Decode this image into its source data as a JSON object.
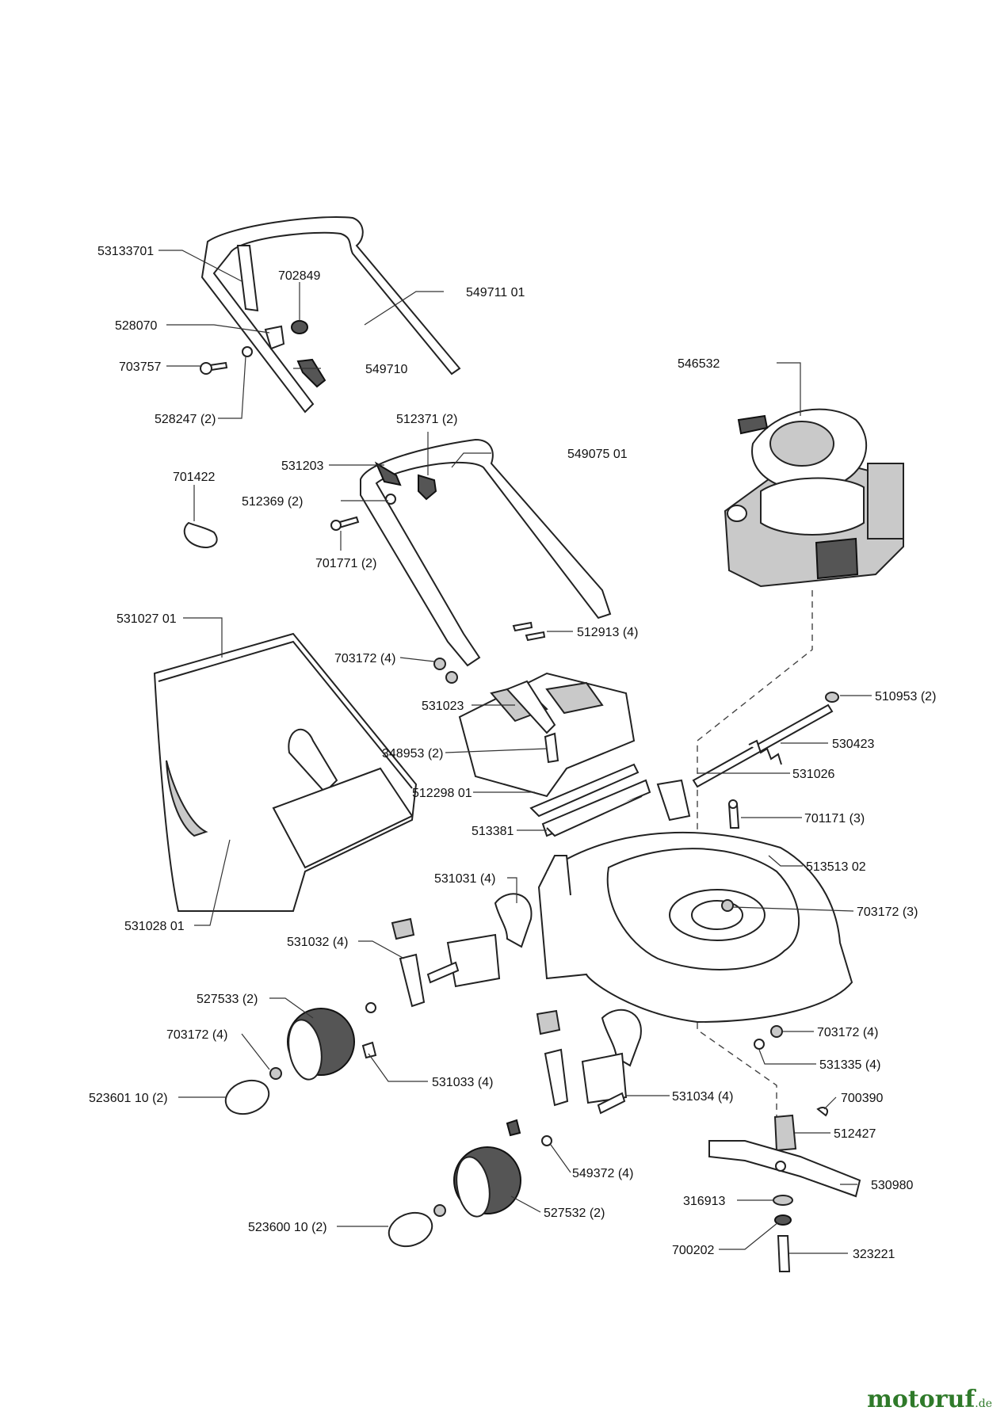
{
  "diagram": {
    "parts": {
      "handle_upper": "53133701",
      "handle_knob": "702849",
      "handle_side": "549711 01",
      "bracket": "528070",
      "bolt_703757": "703757",
      "cable_clip": "549710",
      "washer_528247": "528247 (2)",
      "wire_clip_512371": "512371 (2)",
      "bolt_531203": "531203",
      "lower_handle": "549075 01",
      "clip_701422": "701422",
      "washer_512369": "512369 (2)",
      "bolt_701771": "701771 (2)",
      "engine": "546532",
      "grass_bag_top": "531027 01",
      "bolt_512913": "512913 (4)",
      "nut_703172_a": "703172 (4)",
      "flap": "531023",
      "bushing": "510953 (2)",
      "screw_348953": "348953 (2)",
      "spring_530423": "530423",
      "rod_512298": "512298 01",
      "axle_531026": "531026",
      "bolt_701171": "701171 (3)",
      "bar_513381": "513381",
      "deck": "513513 02",
      "lever_531031": "531031 (4)",
      "nut_703172_b": "703172 (3)",
      "grass_bag_frame": "531028 01",
      "clip_531032": "531032 (4)",
      "wheel_527533": "527533 (2)",
      "nut_703172_c": "703172 (4)",
      "nut_703172_d": "703172 (4)",
      "washer_531335": "531335 (4)",
      "bolt_531033": "531033 (4)",
      "hubcap_523601": "523601 10 (2)",
      "key_700390": "700390",
      "axle_531034": "531034 (4)",
      "adapter_512427": "512427",
      "washer_549372": "549372 (4)",
      "blade_530980": "530980",
      "washer_316913": "316913",
      "hubcap_523600": "523600 10 (2)",
      "wheel_527532": "527532 (2)",
      "washer_700202": "700202",
      "bolt_323221": "323221"
    }
  },
  "brand": {
    "name": "motoruf",
    "tld": ".de"
  }
}
